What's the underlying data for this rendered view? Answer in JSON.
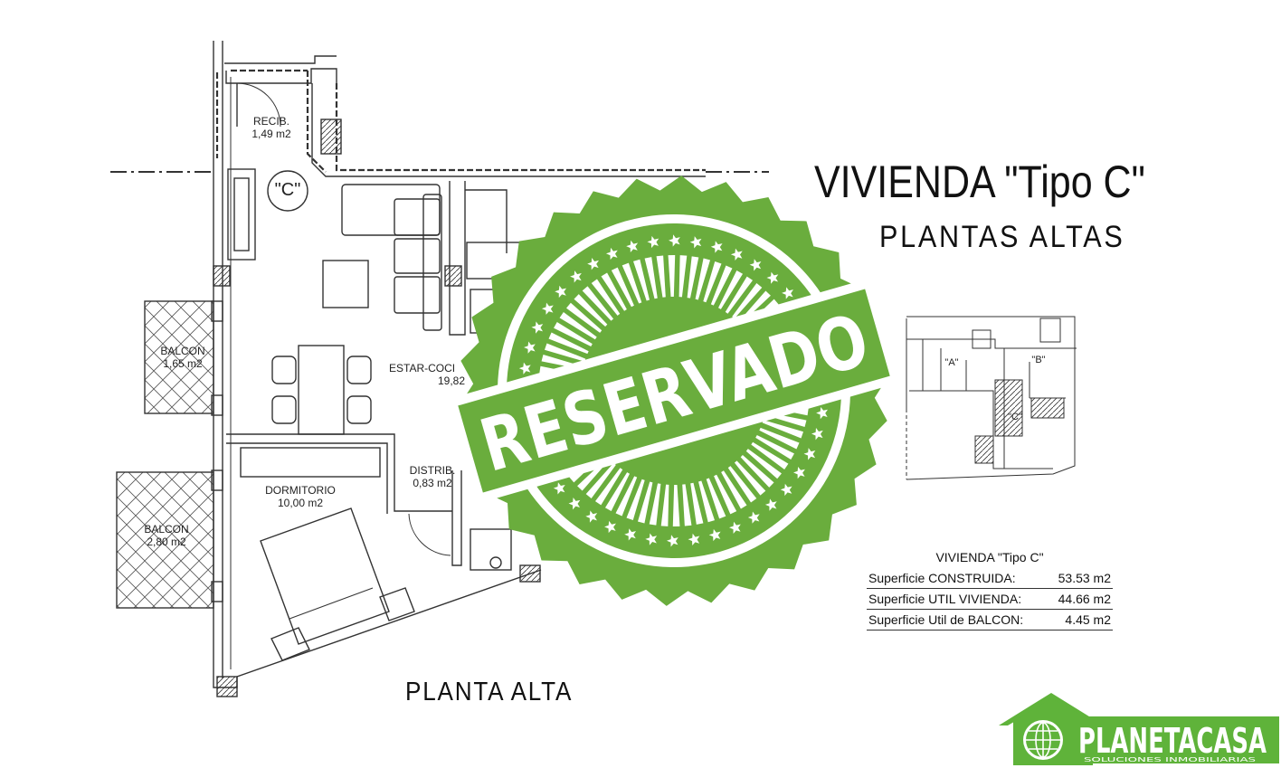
{
  "title": "VIVIENDA \"Tipo C\"",
  "subtitle": "PLANTAS  ALTAS",
  "plan_label": "PLANTA  ALTA",
  "unit_marker": "\"C\"",
  "rooms": {
    "recib": {
      "name": "RECIB.",
      "area": "1,49 m2"
    },
    "balcon1": {
      "name": "BALCON",
      "area": "1,65 m2"
    },
    "balcon2": {
      "name": "BALCON",
      "area": "2,80 m2"
    },
    "estar": {
      "name": "ESTAR-COCI",
      "area": "19,82"
    },
    "distrib": {
      "name": "DISTRIB.",
      "area": "0,83 m2"
    },
    "dormitorio": {
      "name": "DORMITORIO",
      "area": "10,00 m2"
    }
  },
  "key_plan": {
    "a": "\"A\"",
    "b": "\"B\"",
    "c": "\"C\""
  },
  "surface_table": {
    "caption": "VIVIENDA \"Tipo C\"",
    "rows": [
      {
        "label": "Superficie CONSTRUIDA:",
        "value": "53.53 m2"
      },
      {
        "label": "Superficie UTIL VIVIENDA:",
        "value": "44.66 m2"
      },
      {
        "label": "Superficie Util de BALCON:",
        "value": "4.45 m2"
      }
    ]
  },
  "stamp": {
    "text": "RESERVADO",
    "color": "#6aad3d"
  },
  "logo": {
    "brand": "PLANETACASA",
    "tagline": "SOLUCIONES INMOBILIARIAS",
    "color": "#5fb33a"
  },
  "colors": {
    "line": "#333333",
    "hatch": "#555555"
  }
}
